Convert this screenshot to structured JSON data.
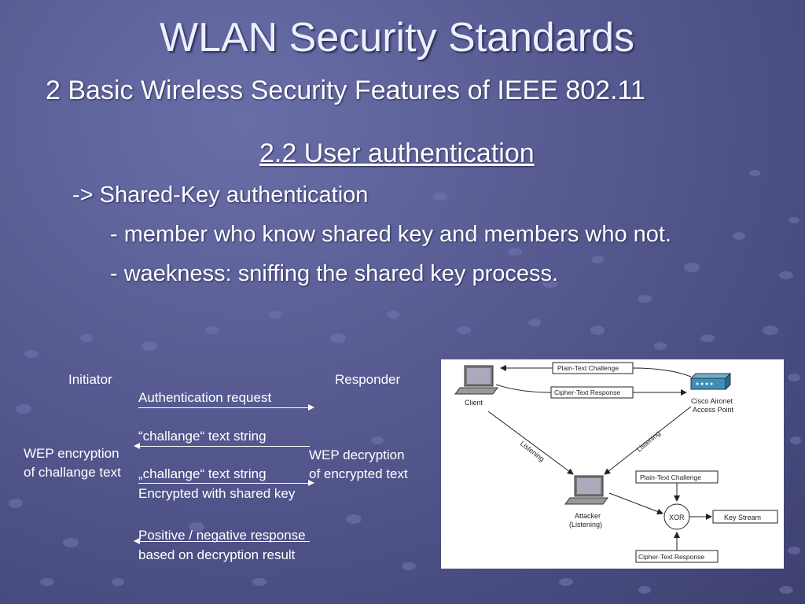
{
  "slide": {
    "title": "WLAN Security Standards",
    "subtitle": "2 Basic Wireless Security Features of IEEE 802.11",
    "section_heading": "2.2 User authentication",
    "bullets": [
      "-> Shared-Key authentication",
      "- member who know shared key and members who not.",
      "- waekness: sniffing the shared key process."
    ]
  },
  "flow_diagram": {
    "initiator_label": "Initiator",
    "responder_label": "Responder",
    "messages": [
      {
        "text": "Authentication request",
        "direction": "right"
      },
      {
        "text": "“challange“ text string",
        "direction": "left"
      },
      {
        "text": "„challange“ text string",
        "text2": "Encrypted with shared key",
        "direction": "right"
      },
      {
        "text": "Positive / negative response",
        "text2": "based on decryption result",
        "direction": "left"
      }
    ],
    "left_note": [
      "WEP encryption",
      "of challange text"
    ],
    "right_note": [
      "WEP decryption",
      "of encrypted text"
    ]
  },
  "network_figure": {
    "client_label": "Client",
    "ap_label": [
      "Cisco Aironet",
      "Access Point"
    ],
    "attacker_label": [
      "Attacker",
      "(Listening)"
    ],
    "plain_text_challenge": "Plain-Text Challenge",
    "cipher_text_response": "Cipher-Text Response",
    "listening": "Listening",
    "xor": "XOR",
    "key_stream": "Key Stream"
  }
}
